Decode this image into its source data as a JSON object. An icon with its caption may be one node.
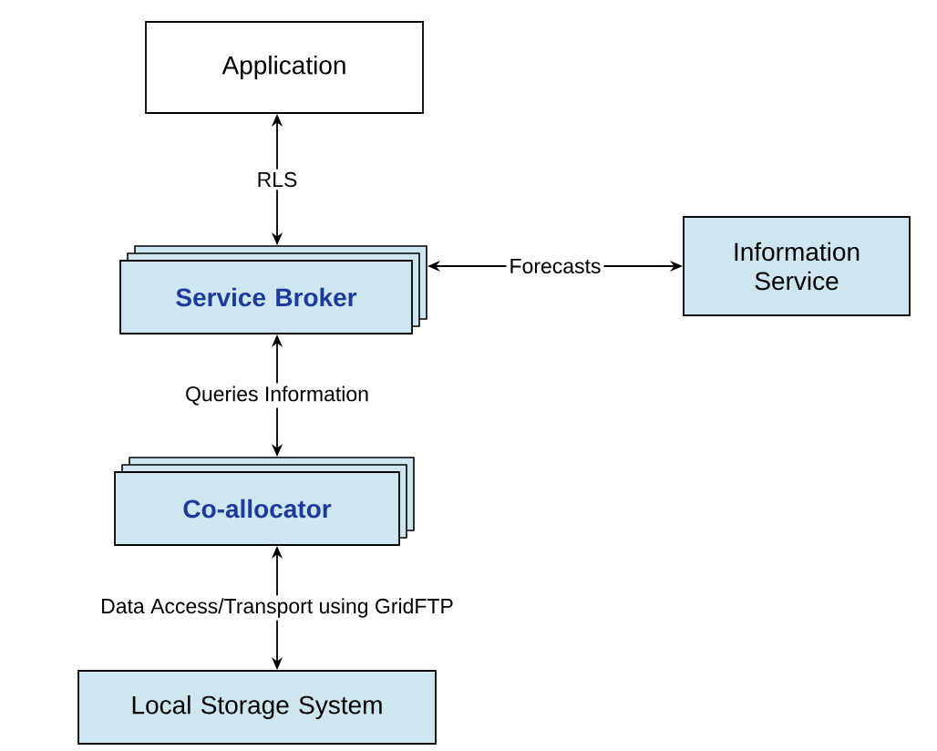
{
  "diagram": {
    "nodes": [
      {
        "text": [
          "Application"
        ]
      },
      {
        "text": [
          "Service Broker"
        ]
      },
      {
        "text": [
          "Information Service"
        ]
      },
      {
        "text": [
          "Co-allocator"
        ]
      },
      {
        "text": [
          "Local Storage System"
        ]
      }
    ],
    "edges": [
      {
        "from": 0,
        "to": 1,
        "arrow": "both",
        "label": "RLS"
      },
      {
        "from": 1,
        "to": 2,
        "arrow": "both",
        "label": "Forecasts"
      },
      {
        "from": 1,
        "to": 3,
        "arrow": "both",
        "label": "Queries Information"
      },
      {
        "from": 3,
        "to": 4,
        "arrow": "both",
        "label": "Data Access/Transport using GridFTP"
      }
    ]
  }
}
